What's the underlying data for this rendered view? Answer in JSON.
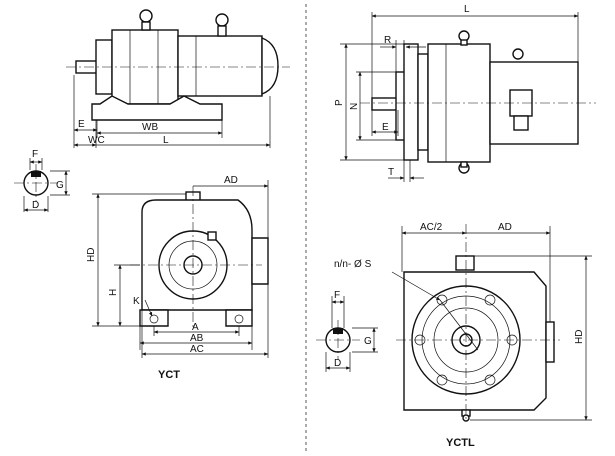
{
  "drawing": {
    "ytc_side": {
      "E": "E",
      "WB": "WB",
      "WC": "WC",
      "L": "L"
    },
    "ytc_key": {
      "F": "F",
      "G": "G",
      "D": "D"
    },
    "ytc_front": {
      "AD": "AD",
      "HD": "HD",
      "H": "H",
      "K": "K",
      "A": "A",
      "AB": "AB",
      "AC": "AC"
    },
    "ytc_caption": "YCT",
    "yctl_side": {
      "L": "L",
      "R": "R",
      "P": "P",
      "N": "N",
      "E": "E",
      "T": "T"
    },
    "yctl_front": {
      "AC2": "AC/2",
      "AD": "AD",
      "nS": "n/n- Ø S",
      "HD": "HD"
    },
    "yctl_key": {
      "F": "F",
      "G": "G",
      "D": "D"
    },
    "yctl_caption": "YCTL"
  }
}
